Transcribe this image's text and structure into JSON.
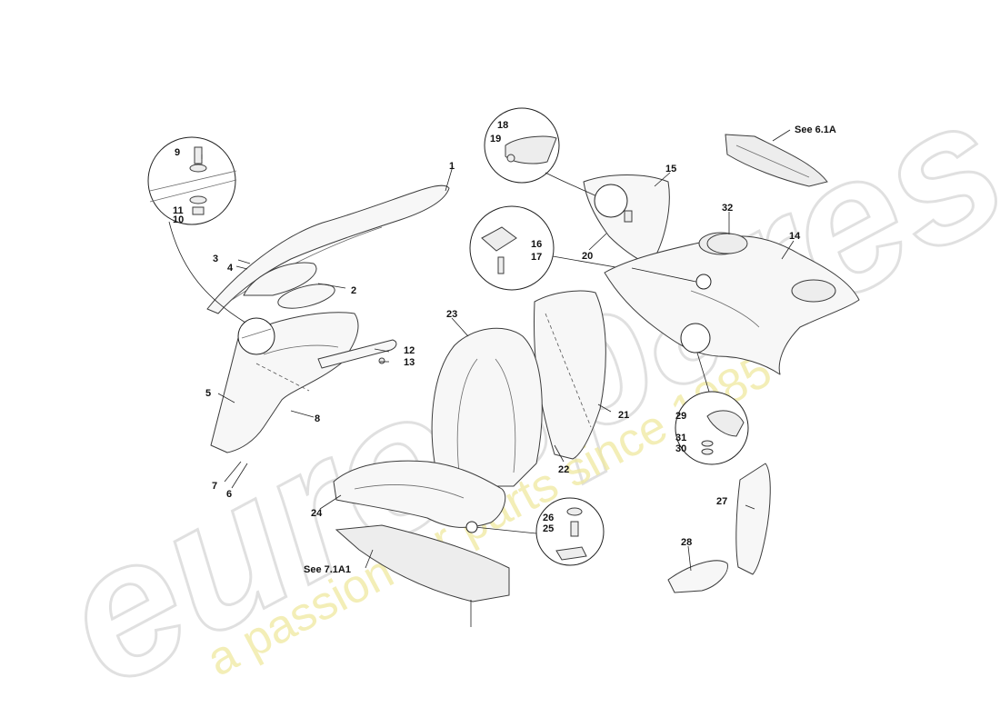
{
  "watermark": {
    "brand": "eurospares",
    "tagline": "a passion for parts since 1985"
  },
  "callouts": {
    "l1": "1",
    "l2": "2",
    "l3": "3",
    "l4": "4",
    "l5": "5",
    "l6": "6",
    "l7": "7",
    "l8": "8",
    "l9": "9",
    "l10": "10",
    "l11": "11",
    "l12": "12",
    "l13": "13",
    "l14": "14",
    "l15": "15",
    "l16": "16",
    "l17": "17",
    "l18": "18",
    "l19": "19",
    "l20": "20",
    "l21": "21",
    "l22": "22",
    "l23": "23",
    "l24": "24",
    "l25": "25",
    "l26": "26",
    "l27": "27",
    "l28": "28",
    "l29": "29",
    "l30": "30",
    "l31": "31",
    "l32": "32"
  },
  "references": {
    "see_6_1a": "See 6.1A",
    "see_7_1a1": "See 7.1A1"
  }
}
